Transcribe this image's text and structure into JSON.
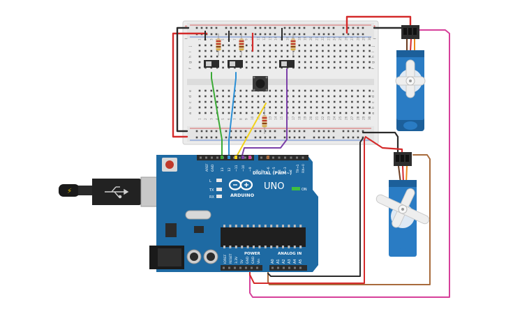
{
  "arduino": {
    "brand_text": "ARDUINO",
    "model_text": "UNO",
    "digital_header_label": "DIGITAL (PWM~)",
    "power_label": "POWER",
    "analog_label": "ANALOG IN",
    "on_label": "ON",
    "tx_label": "TX",
    "rx_label": "RX",
    "l_label": "L",
    "aref_label": "AREF",
    "gnd_label": "GND",
    "pin13_label": "13",
    "pin12_label": "12",
    "pin11_label": "~11",
    "pin10_label": "~10",
    "pin9_label": "~9",
    "pin8_label": "8",
    "pin7_label": "7",
    "pin6_label": "~6",
    "pin5_label": "~5",
    "pin4_label": "4",
    "pin3_label": "~3",
    "pin2_label": "2",
    "tx1_label": "TX→1",
    "rx0_label": "RX←0",
    "ioref_label": "IOREF",
    "reset_label": "RESET",
    "v33_label": "3.3V",
    "v5_label": "5V",
    "gnd2_label": "GND",
    "gnd3_label": "GND",
    "vin_label": "Vin",
    "a0_label": "A0",
    "a1_label": "A1",
    "a2_label": "A2",
    "a3_label": "A3",
    "a4_label": "A4",
    "a5_label": "A5"
  },
  "breadboard": {
    "row_labels_top": [
      "j",
      "i",
      "h",
      "g",
      "f"
    ],
    "row_labels_bottom": [
      "e",
      "d",
      "c",
      "b",
      "a"
    ],
    "column_numbers": [
      "1",
      "2",
      "3",
      "4",
      "5",
      "6",
      "7",
      "8",
      "9",
      "10",
      "11",
      "12",
      "13",
      "14",
      "15",
      "16",
      "17",
      "18",
      "19",
      "20",
      "21",
      "22",
      "23",
      "24",
      "25",
      "26",
      "27",
      "28",
      "29",
      "30"
    ]
  },
  "colors": {
    "board_blue": "#1e6aa3",
    "wire_red": "#d42a2a",
    "wire_black": "#2a2a2a",
    "wire_green": "#3aaa35",
    "wire_blue": "#2a8fd6",
    "wire_yellow": "#f2d21b",
    "wire_purple": "#7b3fa8",
    "wire_magenta": "#d6409a",
    "wire_brown": "#a86b3c",
    "servo_blue": "#2a7cc4",
    "breadboard": "#e9e9e9"
  }
}
